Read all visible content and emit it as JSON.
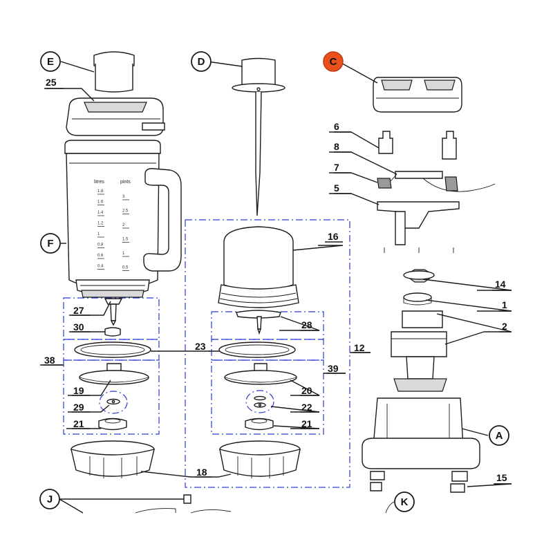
{
  "callouts": {
    "E": "E",
    "D": "D",
    "C": "C",
    "F": "F",
    "A": "A",
    "J": "J",
    "K": "K",
    "n25": "25",
    "n6": "6",
    "n8": "8",
    "n7": "7",
    "n5": "5",
    "n16": "16",
    "n14": "14",
    "n1": "1",
    "n2": "2",
    "n27": "27",
    "n30": "30",
    "n28": "28",
    "n38": "38",
    "n23": "23",
    "n12": "12",
    "n39": "39",
    "n19": "19",
    "n20": "20",
    "n29": "29",
    "n22": "22",
    "n21a": "21",
    "n21b": "21",
    "n18": "18",
    "n15": "15"
  },
  "jar_scale": {
    "left_header": "litres",
    "right_header": "pints",
    "left_marks": [
      "1.8",
      "1.6",
      "1.4",
      "1.2",
      "1",
      "0.8",
      "0.6",
      "0.4"
    ],
    "right_marks": [
      "3",
      "2.5",
      "2",
      "1.5",
      "1",
      "0.5"
    ]
  },
  "colors": {
    "highlight": "#e8501e",
    "assembly_outline": "#2a3bd4",
    "line": "#1a1a1a"
  }
}
